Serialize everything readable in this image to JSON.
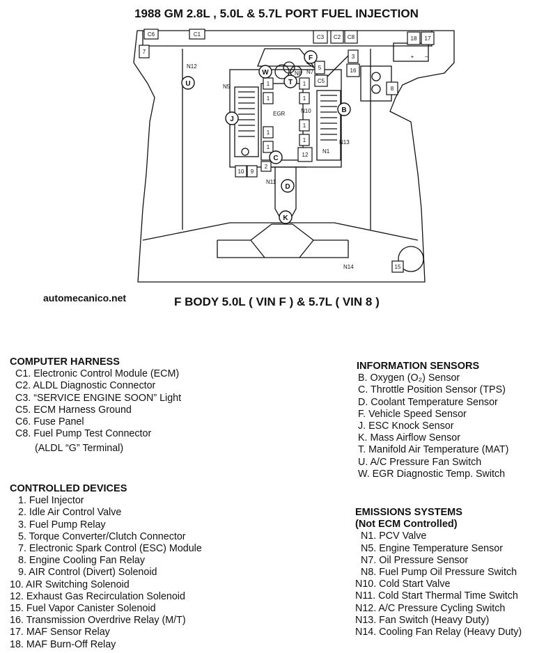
{
  "title": "1988 GM 2.8L , 5.0L & 5.7L PORT FUEL INJECTION",
  "subtitle": "F BODY 5.0L ( VIN F ) & 5.7L ( VIN 8 )",
  "credit": "automecanico.net",
  "diagram": {
    "box_labels": {
      "c6": "C6",
      "c1": "C1",
      "c3": "C3",
      "c2": "C2",
      "c8": "C8",
      "n18": "18",
      "n17": "17",
      "plus": "+",
      "minus": "−",
      "n7box": "7",
      "n3": "3",
      "n16": "16",
      "n8box": "8",
      "n5box": "5",
      "c5": "C5",
      "n1a": "1",
      "n1b": "1",
      "n1c": "1",
      "n1d": "1",
      "n1e": "1",
      "n1f": "1",
      "n1g": "1",
      "n1h": "1",
      "n2": "2",
      "n10box": "10",
      "n9": "9",
      "n12box": "12",
      "n15box": "15"
    },
    "text_labels": {
      "n12": "N12",
      "n5": "N5",
      "n8": "N8",
      "n7": "N7",
      "egr": "EGR",
      "n10": "N10",
      "n13": "N13",
      "n1": "N1",
      "n11": "N11",
      "n14": "N14"
    },
    "circle_labels": {
      "f": "F",
      "w": "W",
      "u": "U",
      "t": "T",
      "b": "B",
      "j": "J",
      "c": "C",
      "d": "D",
      "k": "K"
    }
  },
  "legend": {
    "computer_harness": {
      "heading": "COMPUTER HARNESS",
      "items": [
        "C1. Electronic Control Module (ECM)",
        "C2. ALDL Diagnostic Connector",
        "C3. “SERVICE ENGINE SOON” Light",
        "C5. ECM Harness Ground",
        "C6. Fuse Panel",
        "C8. Fuel Pump Test Connector",
        "(ALDL “G” Terminal)"
      ]
    },
    "controlled_devices": {
      "heading": "CONTROLLED DEVICES",
      "items": [
        "1. Fuel Injector",
        "2. Idle Air Control Valve",
        "3. Fuel Pump Relay",
        "5. Torque Converter/Clutch Connector",
        "7. Electronic Spark Control (ESC) Module",
        "8. Engine Cooling Fan Relay",
        "9. AIR Control (Divert) Solenoid",
        "10. AIR Switching Solenoid",
        "12. Exhaust Gas Recirculation Solenoid",
        "15. Fuel Vapor Canister Solenoid",
        "16. Transmission Overdrive Relay (M/T)",
        "17. MAF Sensor Relay",
        "18. MAF Burn-Off Relay"
      ]
    },
    "information_sensors": {
      "heading": "INFORMATION SENSORS",
      "items": [
        "B. Oxygen (O₂) Sensor",
        "C. Throttle Position Sensor (TPS)",
        "D. Coolant Temperature Sensor",
        "F. Vehicle Speed Sensor",
        "J. ESC Knock Sensor",
        "K. Mass Airflow Sensor",
        "T. Manifold Air Temperature (MAT)",
        "U. A/C Pressure Fan Switch",
        "W. EGR Diagnostic Temp. Switch"
      ]
    },
    "emissions_systems": {
      "heading": "EMISSIONS SYSTEMS",
      "subheading": "(Not ECM Controlled)",
      "items": [
        "N1. PCV Valve",
        "N5. Engine Temperature Sensor",
        "N7. Oil Pressure Sensor",
        "N8. Fuel Pump Oil Pressure Switch",
        "N10. Cold Start Valve",
        "N11. Cold Start Thermal Time Switch",
        "N12. A/C Pressure Cycling Switch",
        "N13. Fan Switch (Heavy Duty)",
        "N14. Cooling Fan Relay (Heavy Duty)"
      ]
    }
  }
}
